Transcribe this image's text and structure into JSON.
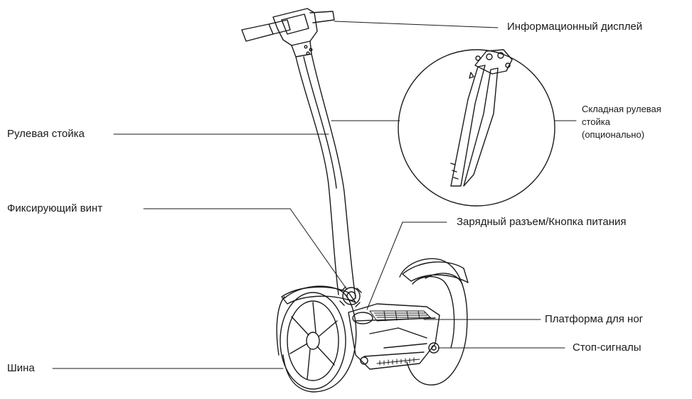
{
  "labels": {
    "display": "Информационный дисплей",
    "steering_column": "Рулевая стойка",
    "folding_column_line1": "Складная рулевая",
    "folding_column_line2": "стойка",
    "folding_column_line3": "(опционально)",
    "fixing_screw": "Фиксирующий винт",
    "charging_port": "Зарядный разъем/Кнопка питания",
    "foot_platform": "Платформа для ног",
    "brake_lights": "Стоп-сигналы",
    "tire": "Шина"
  },
  "colors": {
    "line": "#1a1a1a",
    "background": "#ffffff"
  }
}
